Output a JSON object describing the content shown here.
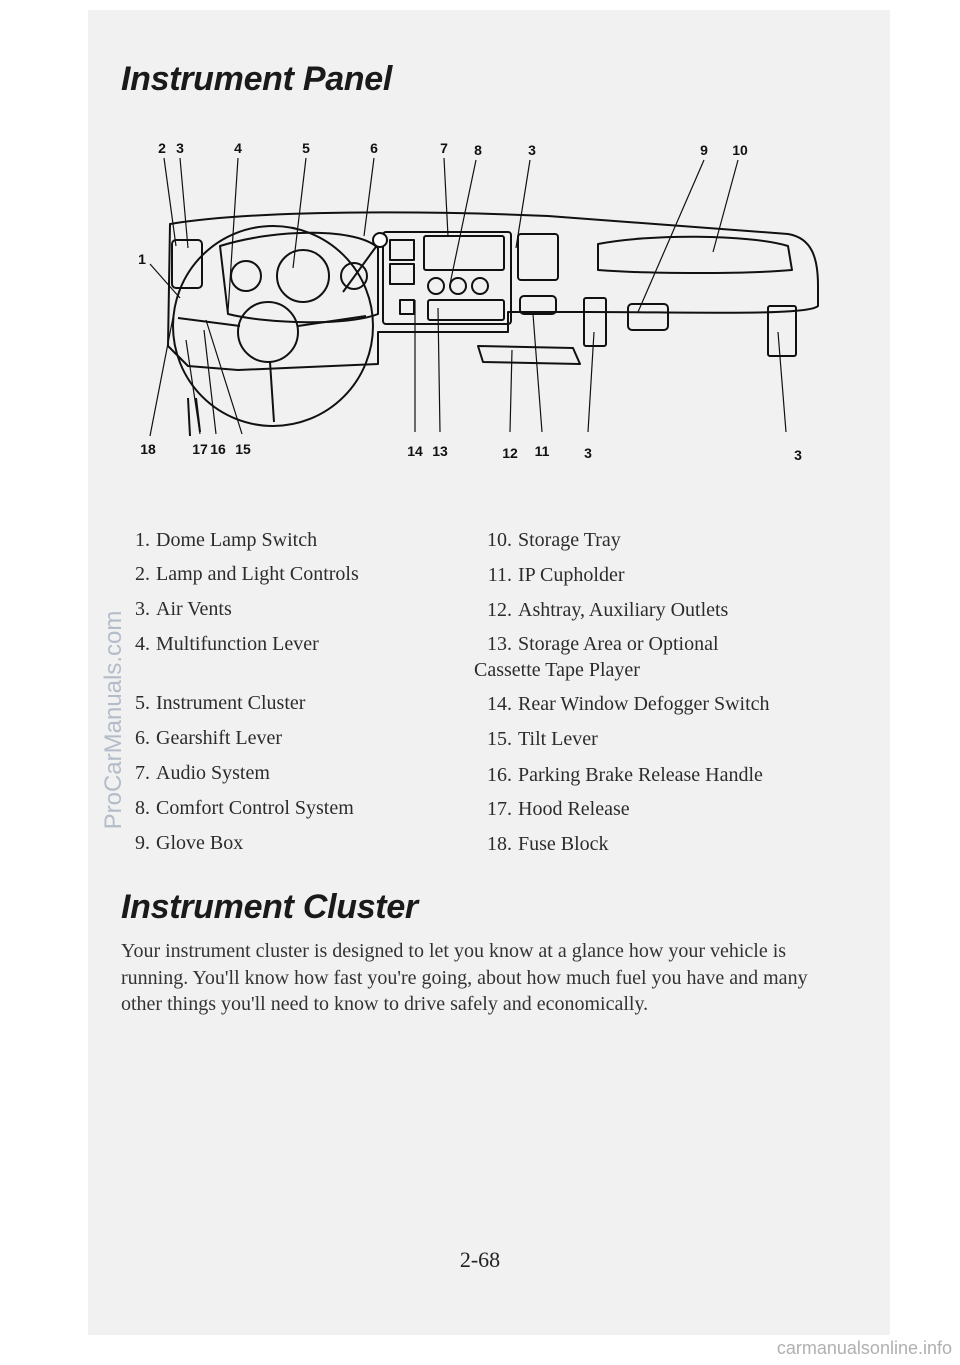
{
  "sections": {
    "panel_title": "Instrument Panel",
    "cluster_title": "Instrument Cluster"
  },
  "diagram": {
    "callouts_top": [
      "2",
      "3",
      "4",
      "5",
      "6",
      "7",
      "8",
      "3",
      "9",
      "10"
    ],
    "callout_left": "1",
    "callouts_bottom": [
      "18",
      "17",
      "16",
      "15",
      "14",
      "13",
      "12",
      "11",
      "3",
      "3"
    ]
  },
  "legend": {
    "left": [
      {
        "num": "1.",
        "text": "Dome Lamp Switch"
      },
      {
        "num": "2.",
        "text": "Lamp and Light Controls"
      },
      {
        "num": "3.",
        "text": "Air Vents"
      },
      {
        "num": "4.",
        "text": "Multifunction Lever"
      },
      {
        "num": "5.",
        "text": "Instrument Cluster"
      },
      {
        "num": "6.",
        "text": "Gearshift Lever"
      },
      {
        "num": "7.",
        "text": "Audio System"
      },
      {
        "num": "8.",
        "text": "Comfort Control System"
      },
      {
        "num": "9.",
        "text": "Glove Box"
      }
    ],
    "right": [
      {
        "num": "10.",
        "text": "Storage Tray"
      },
      {
        "num": "11.",
        "text": "IP Cupholder"
      },
      {
        "num": "12.",
        "text": "Ashtray, Auxiliary Outlets"
      },
      {
        "num": "13.",
        "text": "Storage Area or Optional",
        "cont": "Cassette Tape Player"
      },
      {
        "num": "14.",
        "text": "Rear Window Defogger Switch"
      },
      {
        "num": "15.",
        "text": "Tilt Lever"
      },
      {
        "num": "16.",
        "text": "Parking Brake Release Handle"
      },
      {
        "num": "17.",
        "text": "Hood Release"
      },
      {
        "num": "18.",
        "text": "Fuse Block"
      }
    ]
  },
  "cluster_paragraph": "Your instrument cluster is designed to let you know at a glance how your vehicle is running. You'll know how fast you're going, about how much fuel you have and many other things you'll need to know to drive safely and economically.",
  "page_number": "2-68",
  "watermarks": {
    "left": "ProCarManuals.com",
    "bottom": "carmanualsonline.info"
  }
}
